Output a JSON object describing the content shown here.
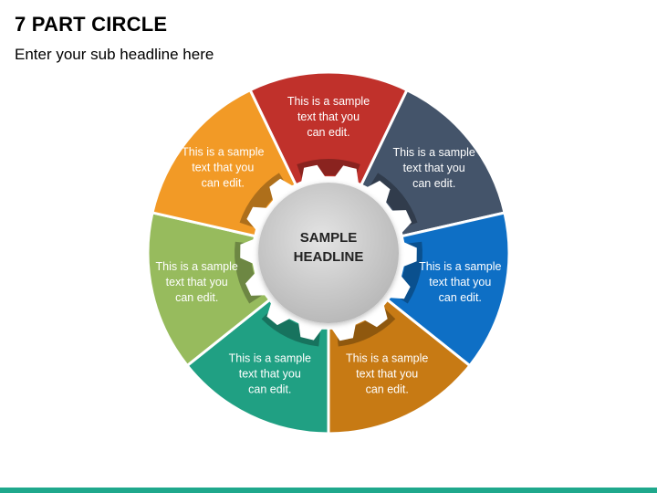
{
  "slide": {
    "title": "7 PART CIRCLE",
    "subtitle": "Enter your sub headline here"
  },
  "center": {
    "line1": "SAMPLE",
    "line2": "HEADLINE"
  },
  "segments": [
    {
      "color": "#c0312b",
      "lines": [
        "This is a sample",
        "text that you",
        "can edit."
      ]
    },
    {
      "color": "#44546a",
      "lines": [
        "This is a sample",
        "text that you",
        "can edit."
      ]
    },
    {
      "color": "#0e6fc5",
      "lines": [
        "This is a sample",
        "text that you",
        "can edit."
      ]
    },
    {
      "color": "#c77a14",
      "lines": [
        "This is a sample",
        "text that you",
        "can edit."
      ]
    },
    {
      "color": "#20a083",
      "lines": [
        "This is a sample",
        "text that you",
        "can edit."
      ]
    },
    {
      "color": "#97bb5d",
      "lines": [
        "This is a sample",
        "text that you",
        "can edit."
      ]
    },
    {
      "color": "#f29a26",
      "lines": [
        "This is a sample",
        "text that you",
        "can edit."
      ]
    }
  ],
  "footer": {
    "color": "#1fa88c"
  }
}
